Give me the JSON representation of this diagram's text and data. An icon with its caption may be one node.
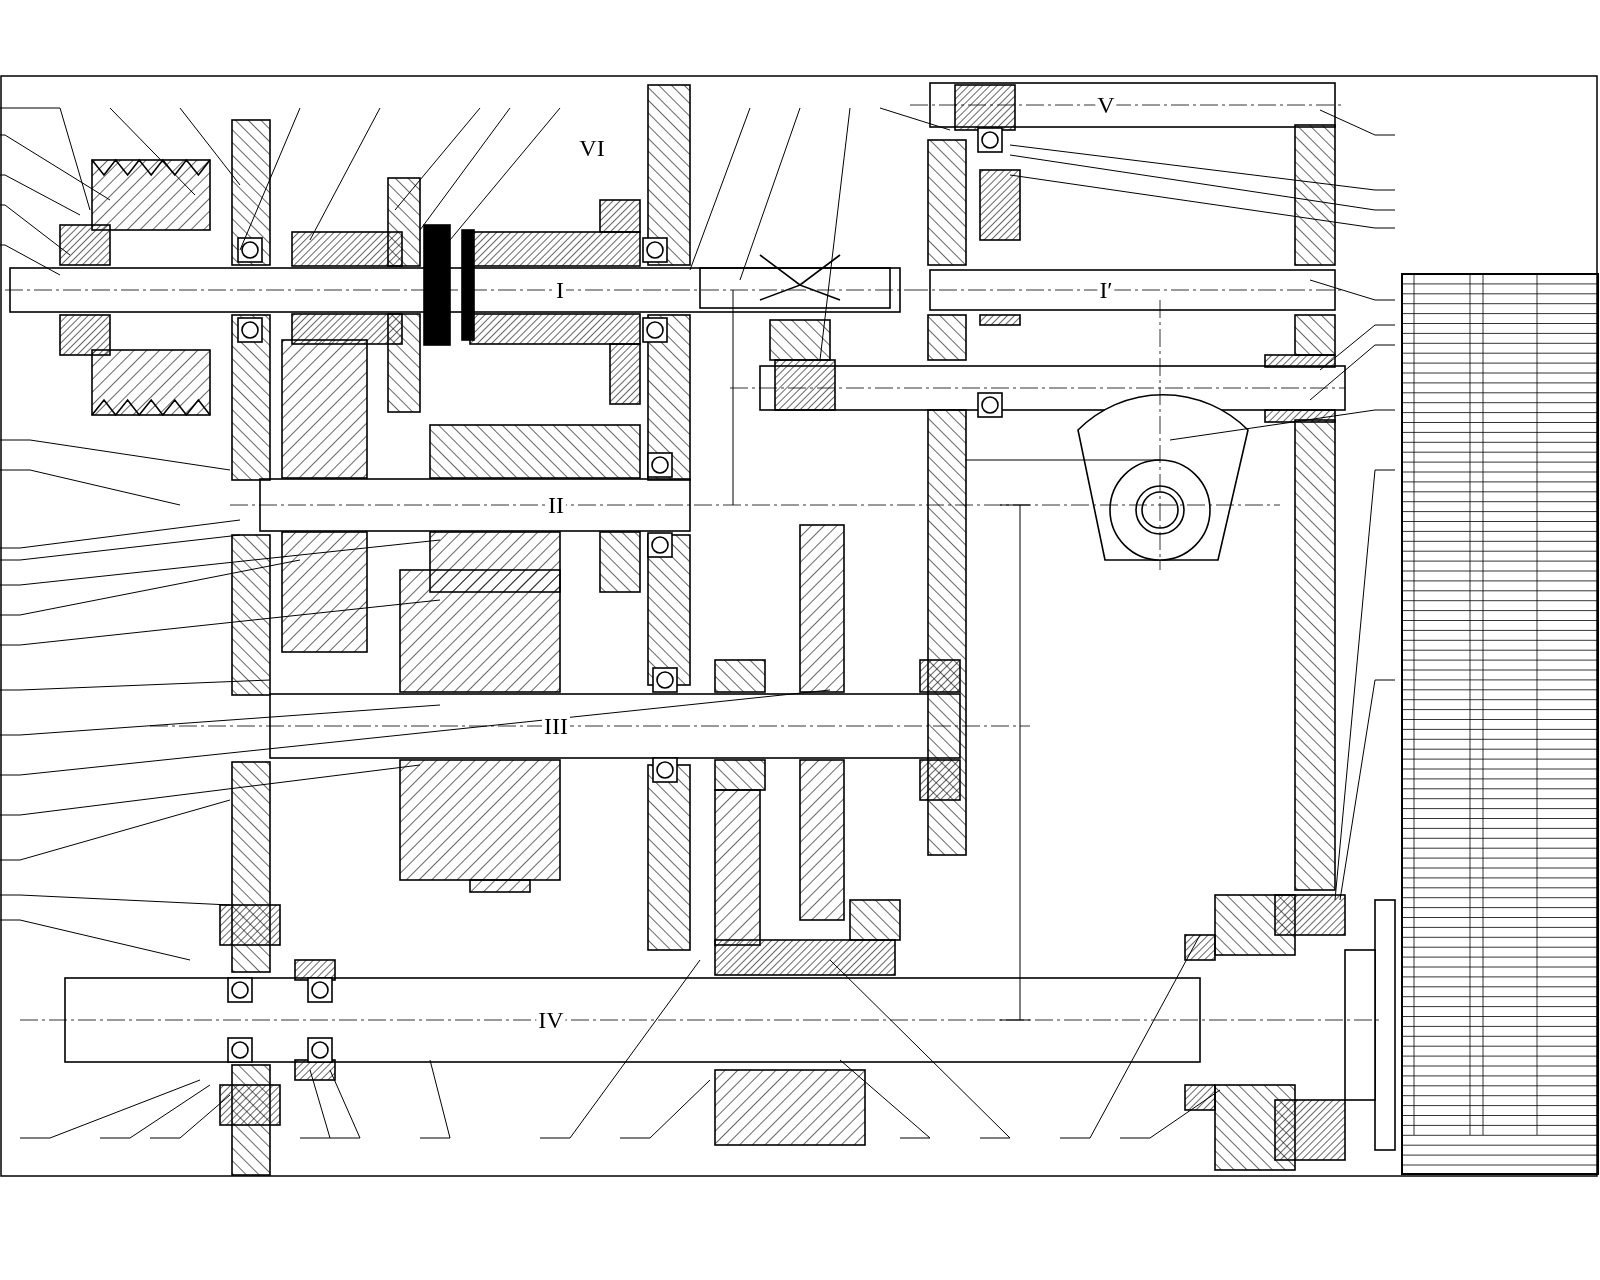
{
  "diagram": {
    "labels": [
      "V",
      "VI",
      "I",
      "I′",
      "II",
      "III",
      "IV"
    ]
  }
}
